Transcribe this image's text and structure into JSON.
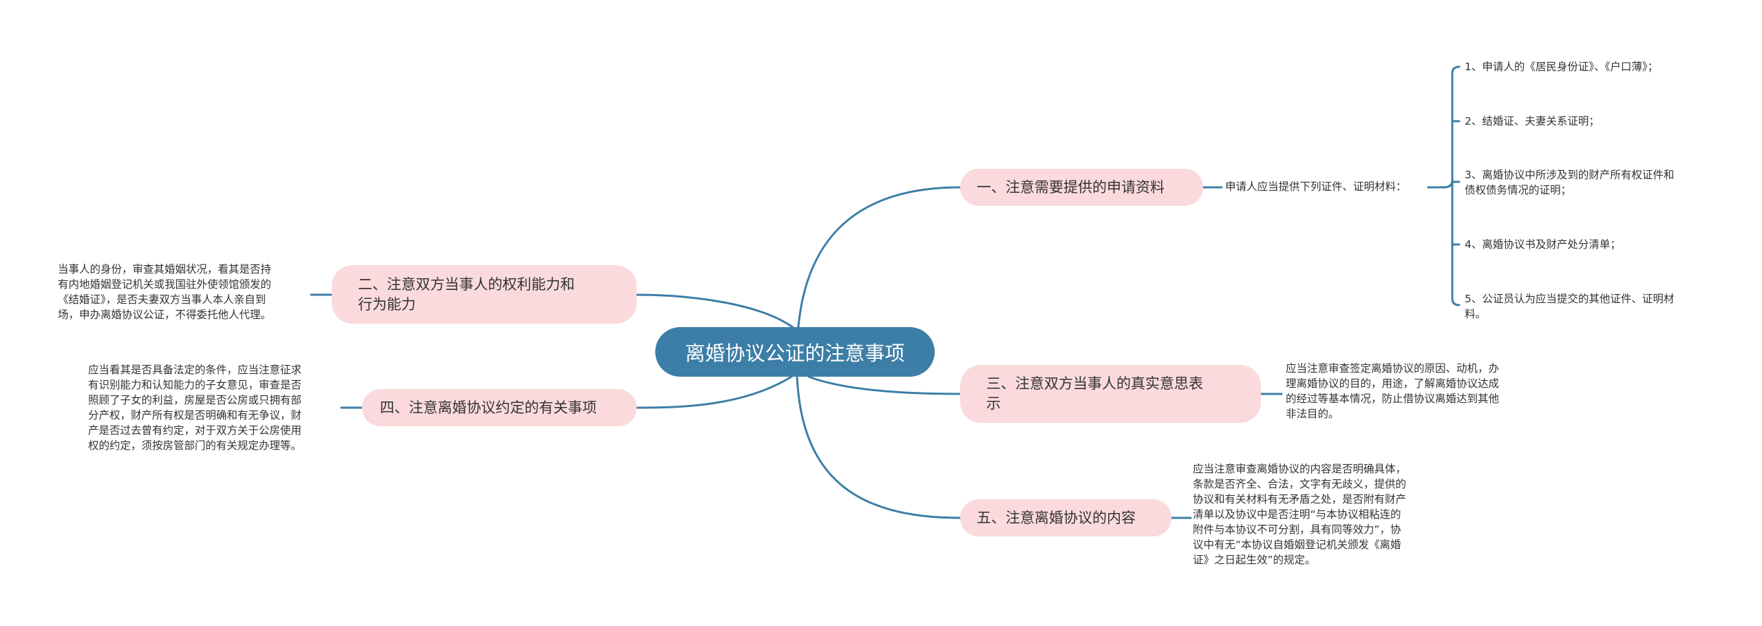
{
  "center": "离婚协议公证的注意事项",
  "branches": [
    {
      "id": "b1",
      "label": "一、注意需要提供的申请资料"
    },
    {
      "id": "b2",
      "label": "二、注意双方当事人的权利能力和\n行为能力"
    },
    {
      "id": "b3",
      "label": "三、注意双方当事人的真实意思表\n示"
    },
    {
      "id": "b4",
      "label": "四、注意离婚协议约定的有关事项"
    },
    {
      "id": "b5",
      "label": "五、注意离婚协议的内容"
    }
  ],
  "b1_child": "申请人应当提供下列证件、证明材料：",
  "b1_items": [
    "1、申请人的《居民身份证》、《户口薄》；",
    "2、结婚证、夫妻关系证明；",
    "3、离婚协议中所涉及到的财产所有权证件和\n债权债务情况的证明；",
    "4、离婚协议书及财产处分清单；",
    "5、公证员认为应当提交的其他证件、证明材\n料。"
  ],
  "b2_text": "当事人的身份，审查其婚姻状况，看其是否持\n有内地婚姻登记机关或我国驻外使领馆颁发的\n《结婚证》，是否夫妻双方当事人本人亲自到\n场，申办离婚协议公证，不得委托他人代理。",
  "b3_text": "应当注意审查签定离婚协议的原因、动机，办\n理离婚协议的目的，用途，了解离婚协议达成\n的经过等基本情况，防止借协议离婚达到其他\n非法目的。",
  "b4_text": "应当看其是否具备法定的条件，应当注意征求\n有识别能力和认知能力的子女意见，审查是否\n照顾了子女的利益，房屋是否公房或只拥有部\n分产权，财产所有权是否明确和有无争议，财\n产是否过去曾有约定，对于双方关于公房使用\n权的约定，须按房管部门的有关规定办理等。",
  "b5_text": "应当注意审查离婚协议的内容是否明确具体，\n条款是否齐全、合法，文字有无歧义，提供的\n协议和有关材料有无矛盾之处，是否附有财产\n清单以及协议中是否注明“与本协议相粘连的\n附件与本协议不可分割，具有同等效力”，协\n议中有无“本协议自婚姻登记机关颁发《离婚\n证》之日起生效”的规定。",
  "colors": {
    "center": "#3d7ea6",
    "branch": "#fadadc",
    "line": "#3d7ea6"
  }
}
